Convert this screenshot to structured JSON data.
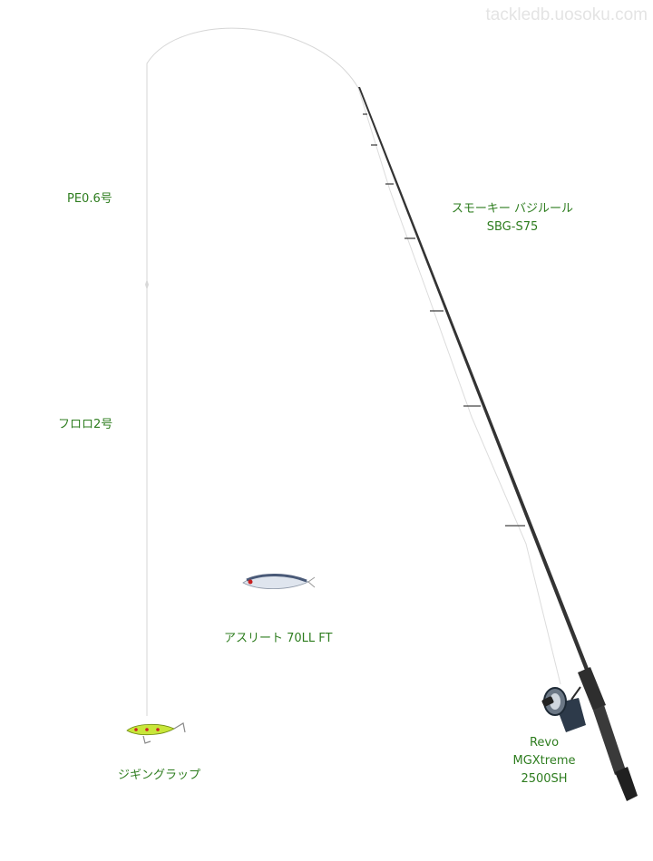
{
  "watermark": "tackledb.uosoku.com",
  "labels": {
    "line_main": "PE0.6号",
    "leader": "フロロ2号",
    "rod_name": "スモーキー バジルール",
    "rod_model": "SBG-S75",
    "lure_minnow": "アスリート 70LL FT",
    "lure_jig": "ジギングラップ",
    "reel_brand": "Revo",
    "reel_series": "MGXtreme",
    "reel_model": "2500SH"
  },
  "colors": {
    "label_text": "#2e7d1f",
    "line": "#d0d0d0",
    "rod": "#3a3a3a",
    "jig_body": "#c8e63a",
    "minnow_back": "#4a5a78"
  }
}
